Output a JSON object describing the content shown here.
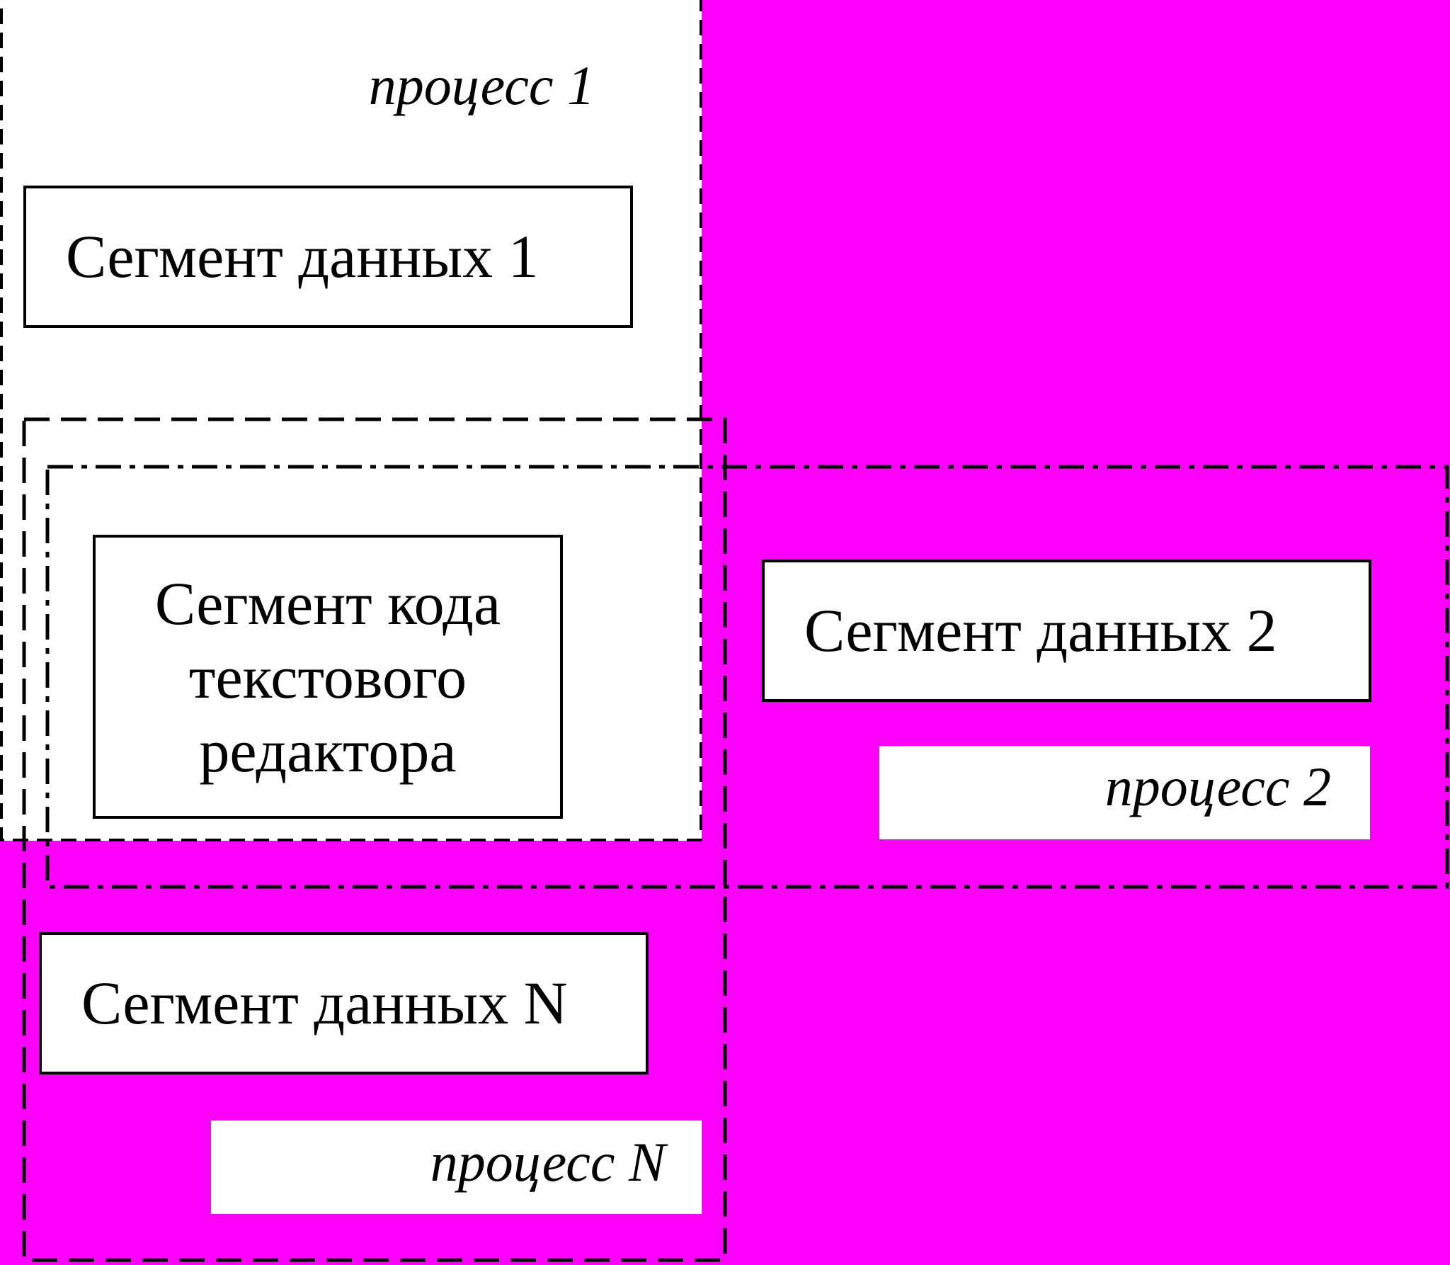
{
  "colors": {
    "background": "#ff00ff",
    "process_area": "#ffffff",
    "border": "#000000",
    "text": "#000000"
  },
  "processes": [
    {
      "id": "process-1",
      "label": "процесс 1",
      "border_style": "dashed"
    },
    {
      "id": "process-2",
      "label": "процесс 2",
      "border_style": "dash-dot"
    },
    {
      "id": "process-n",
      "label": "процесс N",
      "border_style": "long-dashed"
    }
  ],
  "segments": {
    "data_1": "Сегмент данных 1",
    "data_2": "Сегмент данных 2",
    "data_n": "Сегмент данных N",
    "code_lines": [
      "Сегмент кода",
      "текстового",
      "редактора"
    ]
  }
}
